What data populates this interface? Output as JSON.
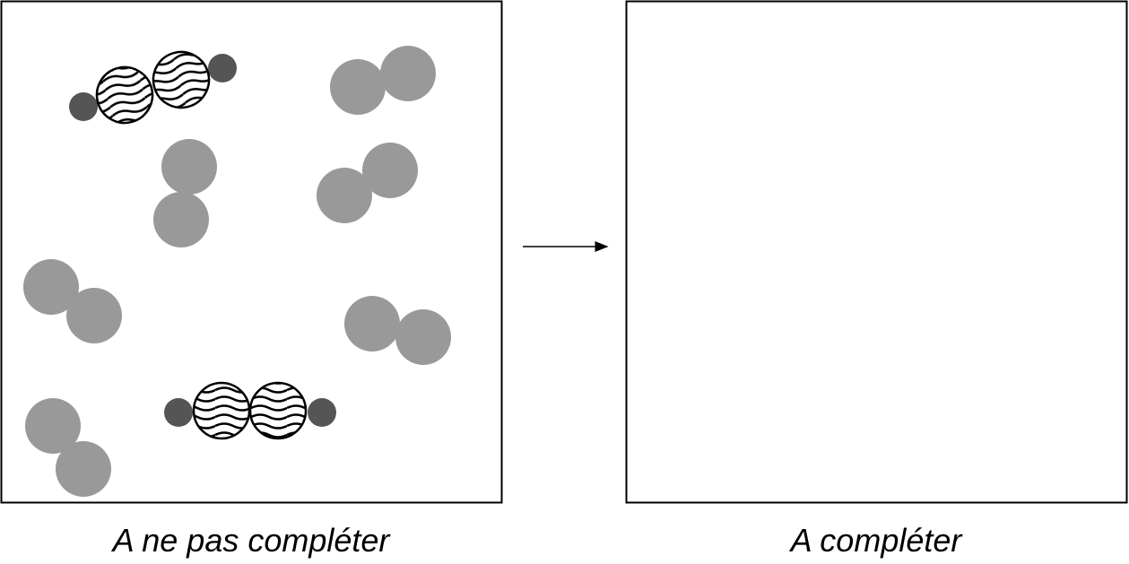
{
  "left_panel": {
    "label": "A ne pas compléter"
  },
  "right_panel": {
    "label": "A compléter"
  },
  "colors": {
    "grey_atom": "#999999",
    "dark_atom": "#555555",
    "outline": "#000000"
  },
  "molecules": {
    "hatched_pairs_with_dark_ends": 2,
    "grey_pairs": 6
  }
}
